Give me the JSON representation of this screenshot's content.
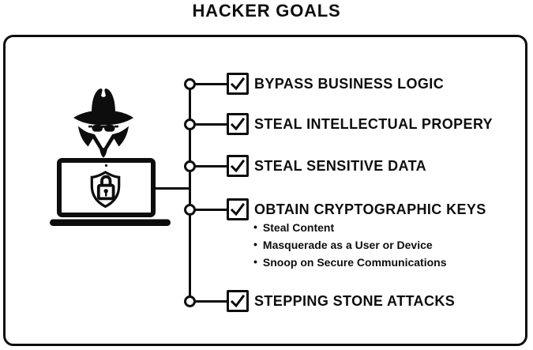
{
  "title": "HACKER GOALS",
  "ui": {
    "bullet": "•"
  },
  "colors": {
    "ink": "#0d0d0d",
    "background": "#ffffff"
  },
  "illustration": {
    "name": "hacker-spy-at-secure-laptop",
    "parts": [
      "fedora-hat",
      "sunglasses",
      "coat-collar",
      "laptop",
      "shield",
      "padlock"
    ]
  },
  "goals": [
    {
      "label": "BYPASS BUSINESS LOGIC",
      "checked": true
    },
    {
      "label": "STEAL INTELLECTUAL PROPERY",
      "checked": true
    },
    {
      "label": "STEAL SENSITIVE DATA",
      "checked": true
    },
    {
      "label": "OBTAIN CRYPTOGRAPHIC KEYS",
      "checked": true,
      "sub_items": [
        "Steal Content",
        "Masquerade as a User or Device",
        "Snoop on Secure Communications"
      ]
    },
    {
      "label": "STEPPING STONE ATTACKS",
      "checked": true
    }
  ]
}
